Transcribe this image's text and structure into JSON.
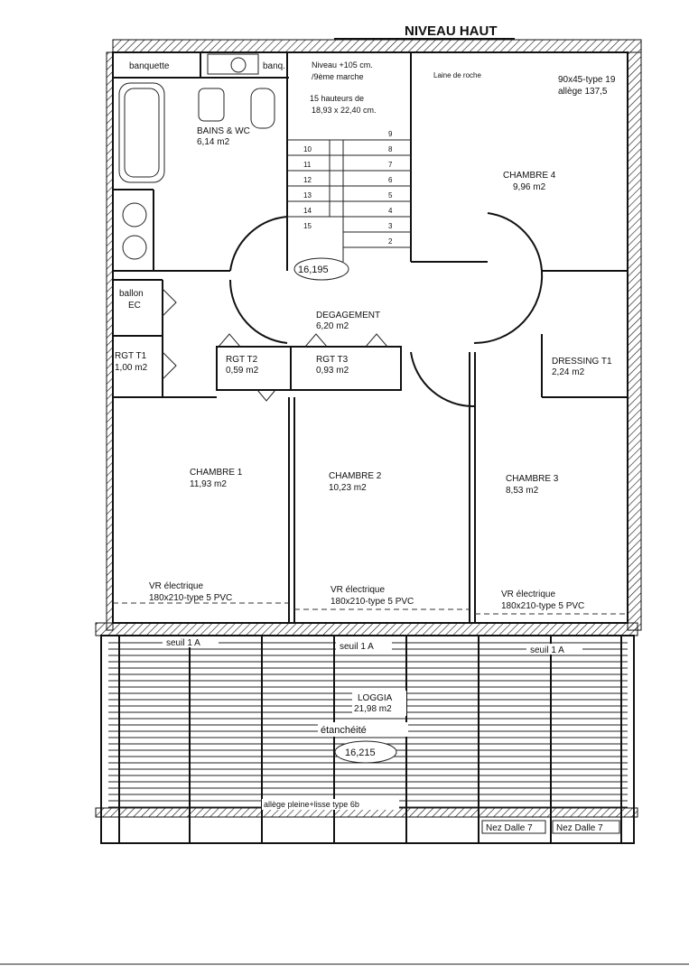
{
  "title": "NIVEAU HAUT",
  "stairs": {
    "level_line1": "Niveau +105 cm.",
    "level_line2": "/9ème marche",
    "heights_line1": "15 hauteurs de",
    "heights_line2": "18,93 x 22,40 cm.",
    "steps_left": [
      "10",
      "11",
      "12",
      "13",
      "14",
      "15"
    ],
    "steps_right": [
      "9",
      "8",
      "7",
      "6",
      "5",
      "4",
      "3",
      "2"
    ],
    "level_mark": "16,195"
  },
  "rooms": {
    "banquette1": "banquette",
    "banquette2": "banq.",
    "bains_name": "BAINS & WC",
    "bains_area": "6,14 m2",
    "ballon_line1": "ballon",
    "ballon_line2": "EC",
    "rgt_t1_name": "RGT T1",
    "rgt_t1_area": "1,00 m2",
    "rgt_t2_name": "RGT T2",
    "rgt_t2_area": "0,59 m2",
    "rgt_t3_name": "RGT T3",
    "rgt_t3_area": "0,93 m2",
    "degagement_name": "DEGAGEMENT",
    "degagement_area": "6,20 m2",
    "chambre4_name": "CHAMBRE 4",
    "chambre4_area": "9,96 m2",
    "laine": "Laine de roche",
    "window_type": "90x45-type 19",
    "allege": "allège 137,5",
    "dressing_name": "DRESSING T1",
    "dressing_area": "2,24 m2",
    "chambre1_name": "CHAMBRE 1",
    "chambre1_area": "11,93 m2",
    "chambre2_name": "CHAMBRE 2",
    "chambre2_area": "10,23 m2",
    "chambre3_name": "CHAMBRE 3",
    "chambre3_area": "8,53 m2"
  },
  "windows": {
    "vr": "VR électrique",
    "spec": "180x210-type 5 PVC"
  },
  "loggia": {
    "seuil": "seuil 1 A",
    "name": "LOGGIA",
    "area": "21,98 m2",
    "etancheite": "étanchéité",
    "level_mark": "16,215",
    "allege_pleine": "allège pleine+lisse type 6b",
    "nez_dalle": "Nez Dalle 7"
  }
}
